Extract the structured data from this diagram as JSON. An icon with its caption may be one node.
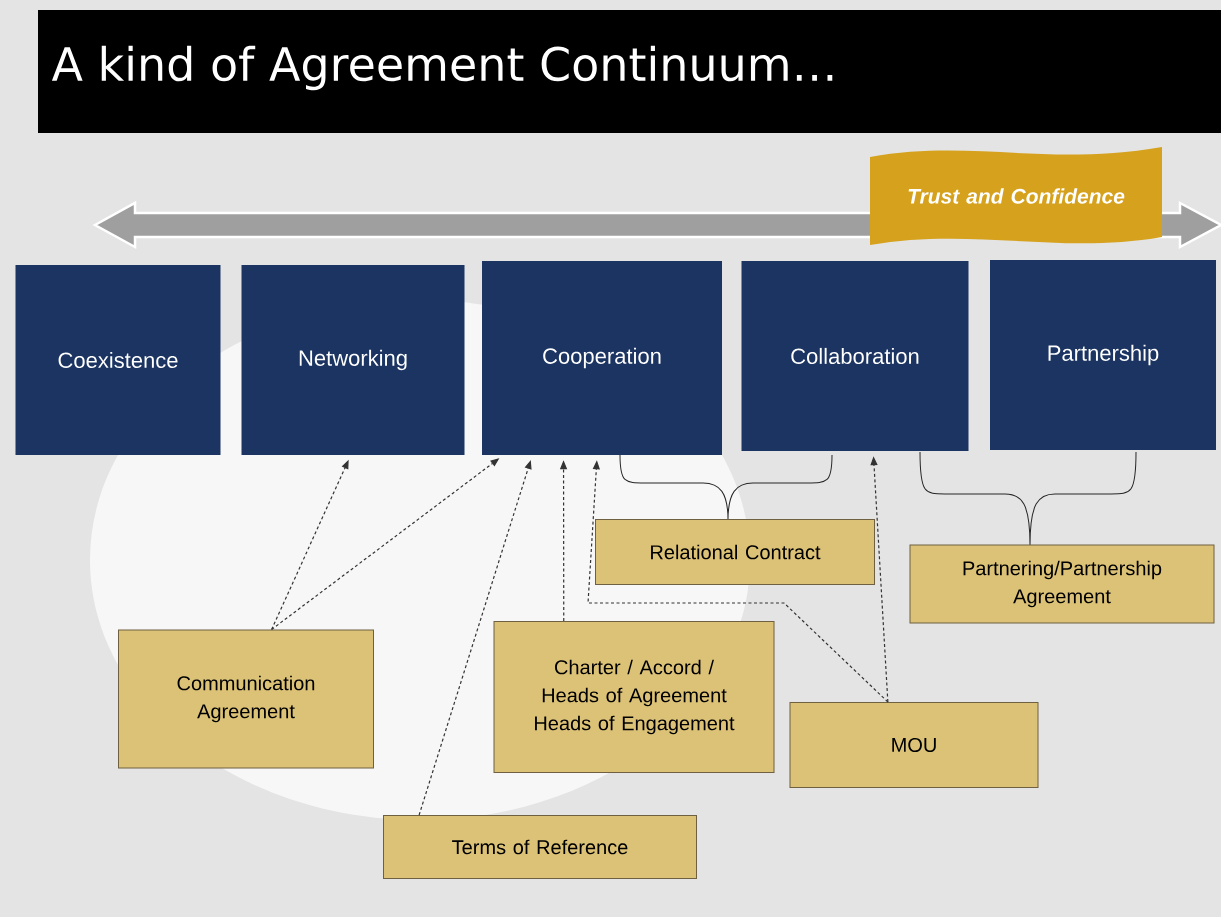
{
  "diagram": {
    "title": "A kind of Agreement Continuum…",
    "nodes": [
      {
        "text": [
          "Coexistence"
        ]
      },
      {
        "text": [
          "Networking"
        ]
      },
      {
        "text": [
          "Cooperation"
        ]
      },
      {
        "text": [
          "Collaboration"
        ]
      },
      {
        "text": [
          "Partnership"
        ]
      },
      {
        "text": [
          "Trust and Confidence"
        ]
      },
      {
        "text": [
          "Relational Contract"
        ]
      },
      {
        "text": [
          "Partnering/Partnership Agreement"
        ]
      },
      {
        "text": [
          "Communication Agreement"
        ]
      },
      {
        "text": [
          "Charter / Accord / Heads of Agreement Heads of Engagement"
        ]
      },
      {
        "text": [
          "MOU"
        ]
      },
      {
        "text": [
          "Terms of Reference"
        ]
      }
    ],
    "edges": [
      {
        "from": 8,
        "to": 1,
        "arrow": "to",
        "style": "dashed"
      },
      {
        "from": 8,
        "to": 2,
        "arrow": "to",
        "style": "dashed"
      },
      {
        "from": 11,
        "to": 2,
        "arrow": "to",
        "style": "dashed"
      },
      {
        "from": 9,
        "to": 2,
        "arrow": "to",
        "style": "dashed"
      },
      {
        "from": 10,
        "to": 2,
        "arrow": "to",
        "style": "dashed"
      },
      {
        "from": 10,
        "to": 3,
        "arrow": "to",
        "style": "dashed"
      }
    ]
  }
}
